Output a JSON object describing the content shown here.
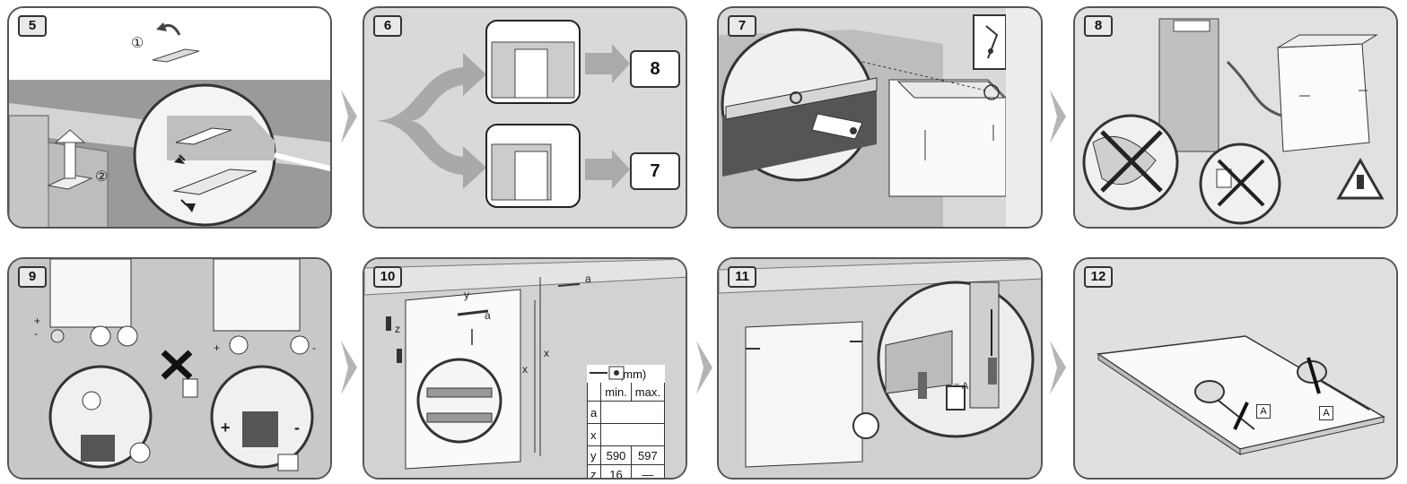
{
  "panels": [
    {
      "step": "5",
      "labels": [
        "①",
        "②"
      ]
    },
    {
      "step": "6",
      "refs": [
        "8",
        "7"
      ]
    },
    {
      "step": "7"
    },
    {
      "step": "8"
    },
    {
      "step": "9",
      "labels": [
        "+",
        "-",
        "+",
        "-",
        "+",
        "-"
      ]
    },
    {
      "step": "10",
      "labels": [
        "y",
        "a",
        "a",
        "z",
        "x",
        "x"
      ],
      "table": {
        "unit": "(mm)",
        "col_min": "min.",
        "col_max": "max.",
        "rows": [
          {
            "key": "a",
            "min": "",
            "max": ""
          },
          {
            "key": "x",
            "min": "",
            "max": ""
          },
          {
            "key": "y",
            "min": "590",
            "max": "597"
          },
          {
            "key": "z",
            "min": "16",
            "max": "—"
          }
        ]
      }
    },
    {
      "step": "11",
      "labels": [
        "= A"
      ]
    },
    {
      "step": "12",
      "labels": [
        "A",
        "A"
      ]
    }
  ],
  "colors": {
    "panel_bg": "#d9d9d9",
    "frame": "#555555",
    "chevron": "#b5b5b5"
  }
}
